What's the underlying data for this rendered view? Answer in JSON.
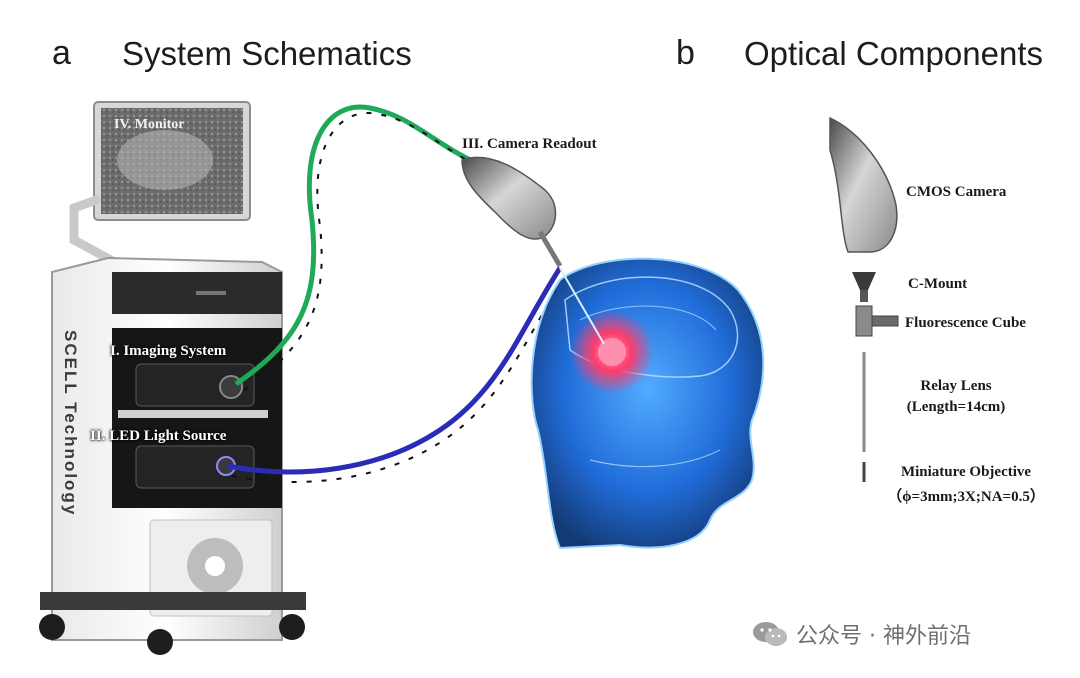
{
  "panel_a": {
    "letter": "a",
    "title": "System Schematics"
  },
  "panel_b": {
    "letter": "b",
    "title": "Optical Components"
  },
  "system_labels": {
    "monitor": "IV. Monitor",
    "camera_readout": "III. Camera Readout",
    "imaging_system": "I. Imaging System",
    "led_light_source": "II. LED Light Source",
    "brand": "SCELL Technology"
  },
  "optical_labels": {
    "cmos_camera": "CMOS Camera",
    "c_mount": "C-Mount",
    "fluorescence_cube": "Fluorescence Cube",
    "relay_lens_line1": "Relay Lens",
    "relay_lens_line2": "(Length=14cm)",
    "miniature_objective_line1": "Miniature Objective",
    "miniature_objective_line2": "（ϕ=3mm;3X;NA=0.5）"
  },
  "watermark": {
    "text": "公众号 · 神外前沿",
    "icon": "wechat-icon"
  },
  "colors": {
    "camera_cable": "#1faa5a",
    "light_cable": "#2b2bb8",
    "brain_glow": "#2f8cff",
    "tumor": "#ff3b6b"
  }
}
